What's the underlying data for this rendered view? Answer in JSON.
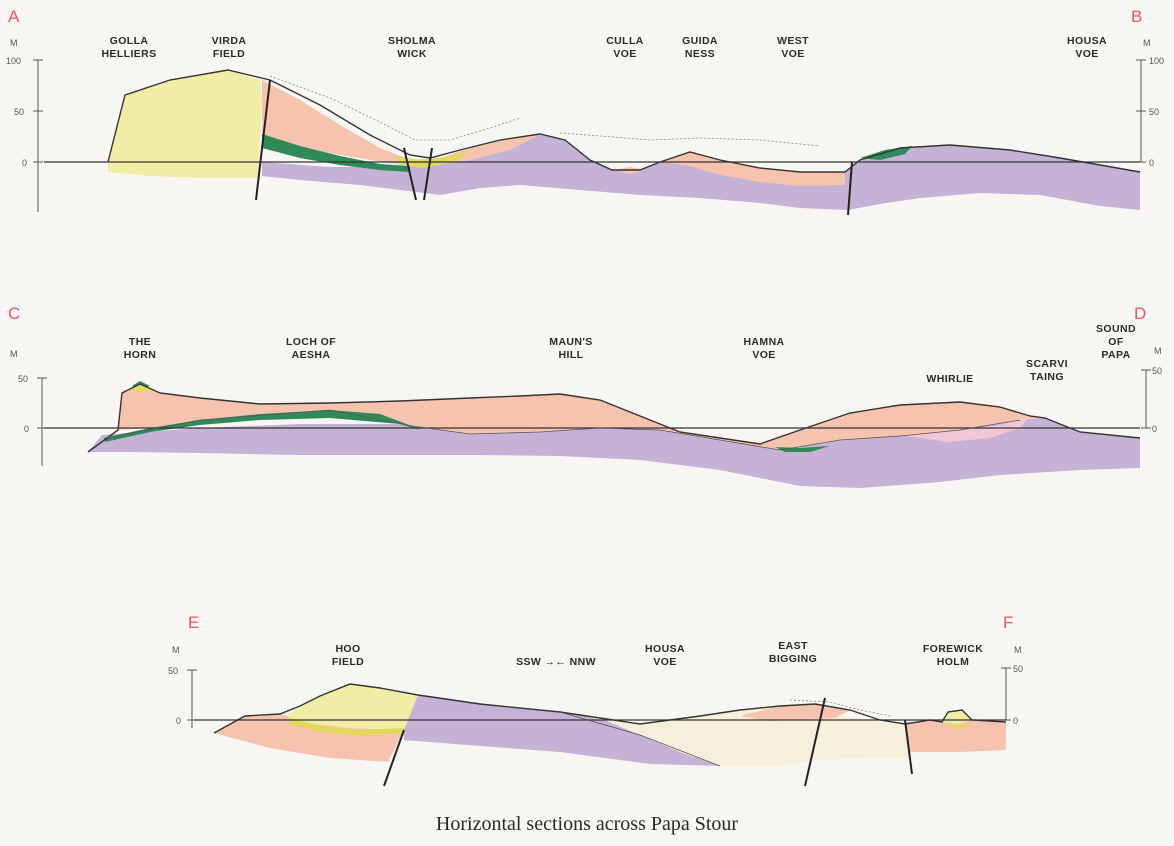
{
  "caption": "Horizontal sections across Papa Stour",
  "colors": {
    "pale_yellow": "#f2eda6",
    "salmon": "#f6c3ae",
    "green": "#2f8a58",
    "purple": "#c6b2d6",
    "pink": "#f1c6d6",
    "cream": "#f7eedb",
    "yellow": "#e2d85c"
  },
  "sections": [
    {
      "start_label": "A",
      "end_label": "B",
      "unit": "M",
      "ticks": [
        "100",
        "50",
        "0"
      ],
      "places": [
        {
          "lines": [
            "GOLLA",
            "HELLIERS"
          ]
        },
        {
          "lines": [
            "VIRDA",
            "FIELD"
          ]
        },
        {
          "lines": [
            "SHOLMA",
            "WICK"
          ]
        },
        {
          "lines": [
            "CULLA",
            "VOE"
          ]
        },
        {
          "lines": [
            "GUIDA",
            "NESS"
          ]
        },
        {
          "lines": [
            "WEST",
            "VOE"
          ]
        },
        {
          "lines": [
            "HOUSA",
            "VOE"
          ]
        }
      ]
    },
    {
      "start_label": "C",
      "end_label": "D",
      "unit": "M",
      "ticks": [
        "50",
        "0"
      ],
      "places": [
        {
          "lines": [
            "THE",
            "HORN"
          ]
        },
        {
          "lines": [
            "LOCH OF",
            "AESHA"
          ]
        },
        {
          "lines": [
            "MAUN'S",
            "HILL"
          ]
        },
        {
          "lines": [
            "HAMNA",
            "VOE"
          ]
        },
        {
          "lines": [
            "WHIRLIE"
          ]
        },
        {
          "lines": [
            "SCARVI",
            "TAING"
          ]
        },
        {
          "lines": [
            "SOUND",
            "OF",
            "PAPA"
          ]
        }
      ]
    },
    {
      "start_label": "E",
      "end_label": "F",
      "unit": "M",
      "ticks": [
        "50",
        "0"
      ],
      "places": [
        {
          "lines": [
            "HOO",
            "FIELD"
          ]
        },
        {
          "lines": [
            "SSW →← NNW"
          ]
        },
        {
          "lines": [
            "HOUSA",
            "VOE"
          ]
        },
        {
          "lines": [
            "EAST",
            "BIGGING"
          ]
        },
        {
          "lines": [
            "FOREWICK",
            "HOLM"
          ]
        }
      ]
    }
  ]
}
